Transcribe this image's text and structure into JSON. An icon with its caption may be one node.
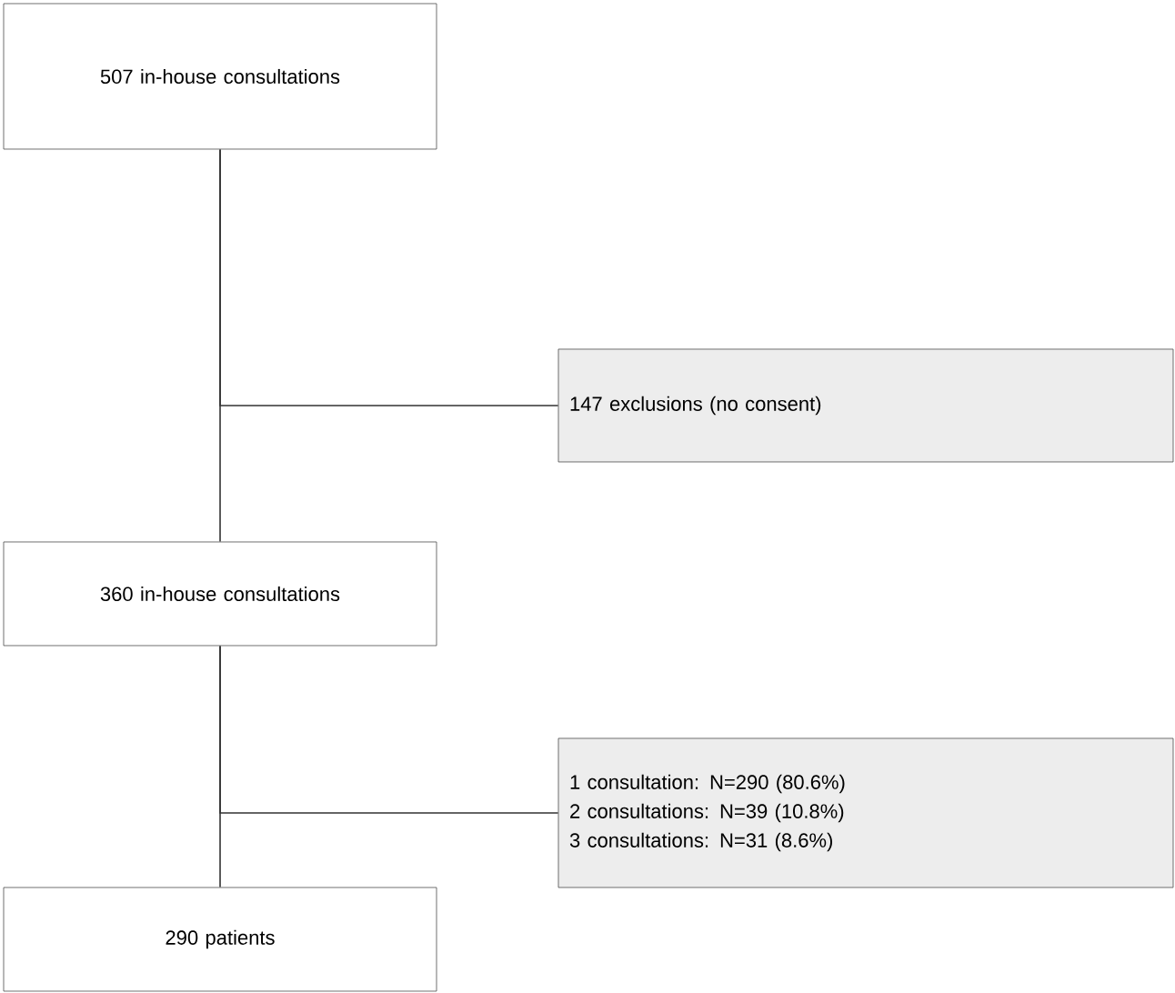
{
  "diagram": {
    "nodes": [
      {
        "text": [
          "507 in-house consultations"
        ]
      },
      {
        "text": [
          "147 exclusions (no consent)"
        ]
      },
      {
        "text": [
          "360 in-house consultations"
        ]
      },
      {
        "text": [
          "1 consultation: N=290 (80.6%)",
          "2 consultations: N=39 (10.8%)",
          "3 consultations: N=31 (8.6%)"
        ]
      },
      {
        "text": [
          "290 patients"
        ]
      }
    ],
    "edges": [
      {
        "from": 0,
        "to": 2,
        "arrow": "none"
      },
      {
        "from": 0,
        "to": 1,
        "arrow": "none"
      },
      {
        "from": 2,
        "to": 4,
        "arrow": "none"
      },
      {
        "from": 2,
        "to": 3,
        "arrow": "none"
      }
    ]
  }
}
